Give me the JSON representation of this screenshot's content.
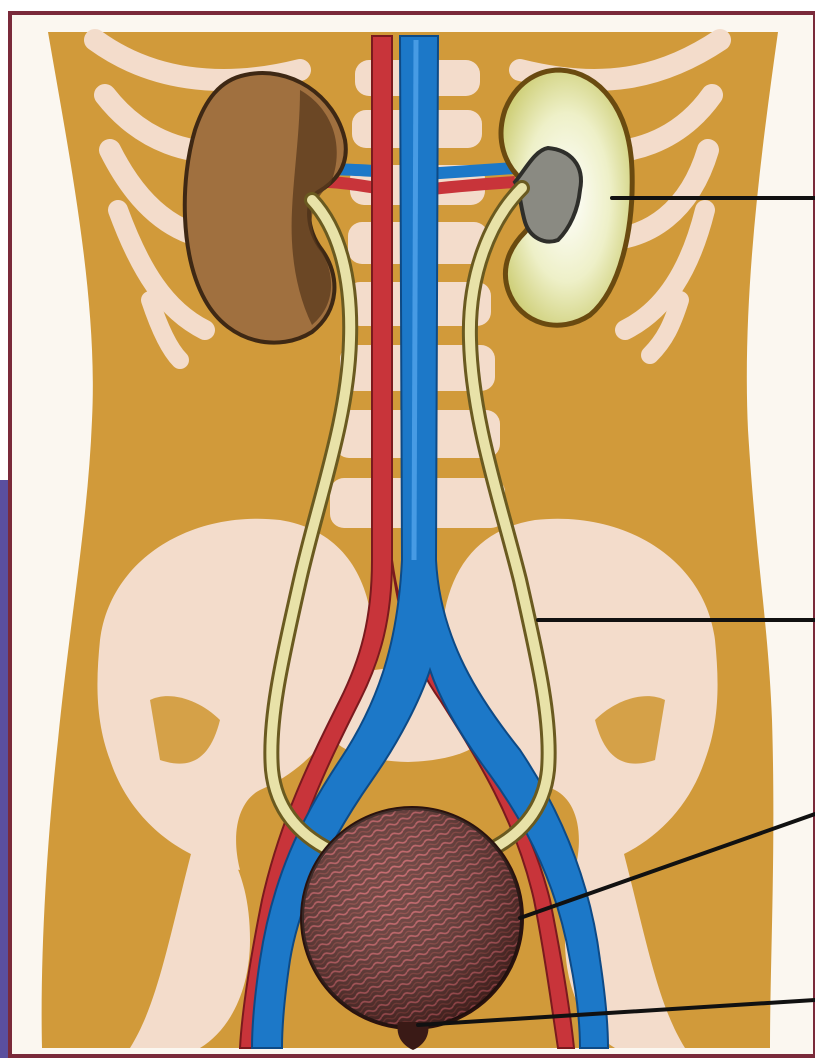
{
  "diagram": {
    "colors": {
      "page_background": "#ffffff",
      "left_edge_strip": "#5a4f9e",
      "frame_border": "#7a2a3a",
      "panel_background": "#fbf7f0",
      "body_tan": "#d19a3a",
      "bone_pink": "#f3dccb",
      "kidney_brown": "#a0703f",
      "kidney_dark": "#5a3a1e",
      "kidney_section_yellow": "#d8d88a",
      "renal_pelvis_grey": "#8a8a82",
      "ureter_cream": "#e8e2a8",
      "artery_red": "#c8343a",
      "vein_blue": "#1c78c8",
      "bladder_dark": "#5a2a26",
      "bladder_streak": "#c2555a",
      "pointer_line": "#111111"
    },
    "structures": [
      {
        "name": "left-kidney-exterior",
        "visible_text": ""
      },
      {
        "name": "right-kidney-section",
        "visible_text": ""
      },
      {
        "name": "ureter-left",
        "visible_text": ""
      },
      {
        "name": "ureter-right",
        "visible_text": ""
      },
      {
        "name": "aorta",
        "visible_text": ""
      },
      {
        "name": "vena-cava",
        "visible_text": ""
      },
      {
        "name": "urinary-bladder",
        "visible_text": ""
      },
      {
        "name": "urethra",
        "visible_text": ""
      }
    ],
    "pointer_lines": [
      {
        "name": "pointer-line-kidney",
        "label_text": ""
      },
      {
        "name": "pointer-line-ureter",
        "label_text": ""
      },
      {
        "name": "pointer-line-bladder",
        "label_text": ""
      },
      {
        "name": "pointer-line-urethra",
        "label_text": ""
      }
    ]
  }
}
